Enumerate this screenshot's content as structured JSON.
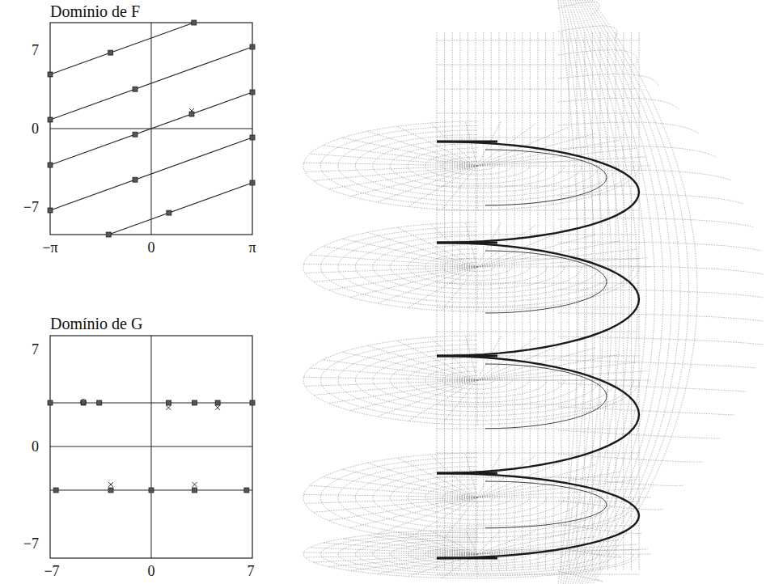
{
  "diagram": {
    "labels": [
      "Domínio de F",
      "7",
      "0",
      "−7",
      "−π",
      "0",
      "π",
      "Domínio de G",
      "7",
      "0",
      "−7",
      "−7",
      "0",
      "7"
    ]
  }
}
